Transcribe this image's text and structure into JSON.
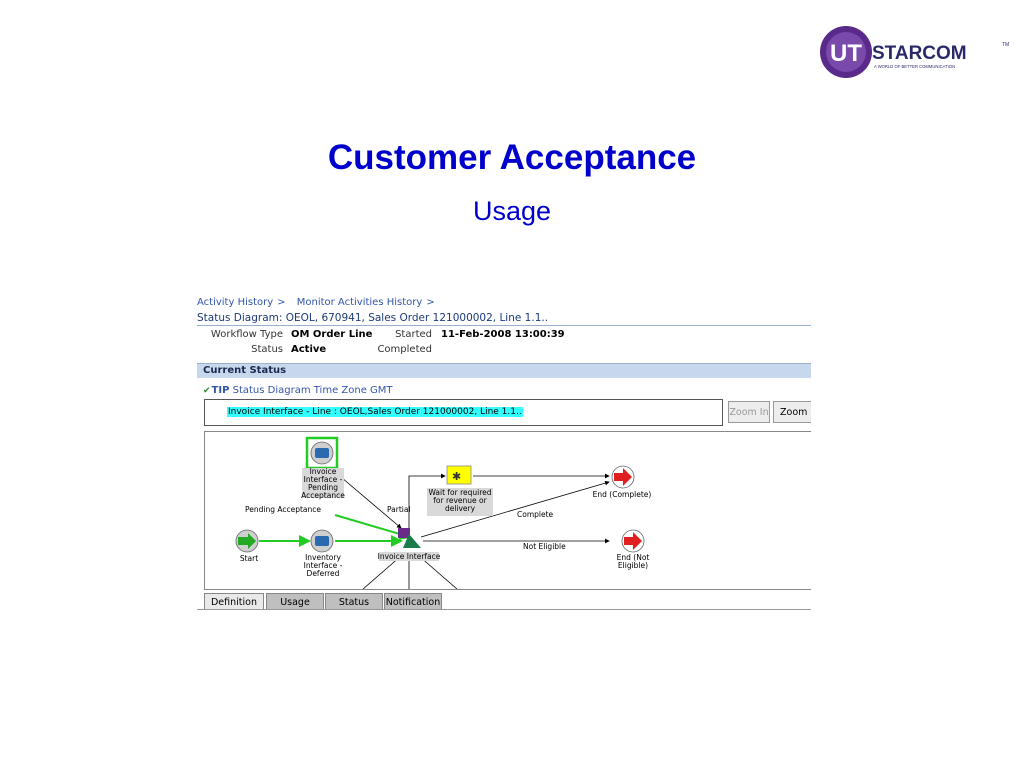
{
  "logo": {
    "brand_left": "UT",
    "brand_right": "STARCOM",
    "tm": "TM",
    "tagline": "A WORLD OF BETTER COMMUNICATION"
  },
  "slide": {
    "title": "Customer Acceptance",
    "subtitle": "Usage"
  },
  "breadcrumb": {
    "items": [
      "Activity History",
      "Monitor Activities History"
    ],
    "separator": ">"
  },
  "page_heading": "Status Diagram: OEOL, 670941, Sales Order 121000002, Line 1.1..",
  "details": {
    "workflow_type_label": "Workflow Type",
    "workflow_type_value": "OM Order Line",
    "started_label": "Started",
    "started_value": "11-Feb-2008 13:00:39",
    "status_label": "Status",
    "status_value": "Active",
    "completed_label": "Completed"
  },
  "current_status": {
    "heading": "Current Status",
    "tip_label": "TIP",
    "tip_text": " Status Diagram Time Zone GMT",
    "selected_activity": "Invoice Interface - Line : OEOL,Sales Order 121000002, Line 1.1..",
    "zoom_in_label": "Zoom In",
    "zoom_out_label": "Zoom O"
  },
  "diagram": {
    "colors": {
      "active_path": "#22cc22",
      "arrow": "#000000",
      "end_node": "#e02020",
      "start_node": "#22aa22",
      "wait_node": "#ffff00",
      "node_gray": "#cfcfcf"
    },
    "nodes": {
      "pending_acceptance": [
        "Invoice",
        "Interface -",
        "Pending",
        "Acceptance"
      ],
      "start": [
        "Start"
      ],
      "inventory_deferred": [
        "Inventory",
        "Interface -",
        "Deferred"
      ],
      "invoice_interface": [
        "Invoice Interface"
      ],
      "wait": [
        "Wait for required",
        "for revenue or",
        "delivery"
      ],
      "end_complete": [
        "End (Complete)"
      ],
      "end_not_eligible": [
        "End (Not",
        "Eligible)"
      ]
    },
    "edge_labels": {
      "pending_acceptance": "Pending Acceptance",
      "partial": "Partial",
      "complete": "Complete",
      "not_eligible": "Not Eligible"
    }
  },
  "tabs": [
    {
      "label": "Definition",
      "active": true
    },
    {
      "label": "Usage",
      "active": false
    },
    {
      "label": "Status",
      "active": false
    },
    {
      "label": "Notification",
      "active": false
    }
  ]
}
